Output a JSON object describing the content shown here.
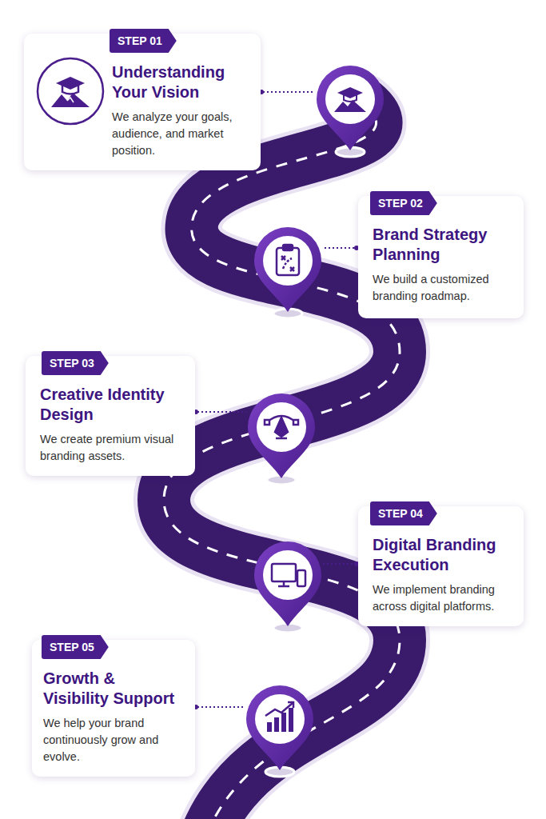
{
  "diagram": {
    "nodes": [
      {
        "text": [
          "STEP 01",
          "Understanding Your Vision",
          "We analyze your goals, audience, and market position."
        ]
      },
      {
        "text": [
          "STEP 02",
          "Brand Strategy Planning",
          "We build a customized branding roadmap."
        ]
      },
      {
        "text": [
          "STEP 03",
          "Creative Identity Design",
          "We create premium visual branding assets."
        ]
      },
      {
        "text": [
          "STEP 04",
          "Digital Branding Execution",
          "We implement branding across digital platforms."
        ]
      },
      {
        "text": [
          "STEP 05",
          "Growth & Visibility Support",
          "We help your brand continuously grow and evolve."
        ]
      }
    ]
  }
}
